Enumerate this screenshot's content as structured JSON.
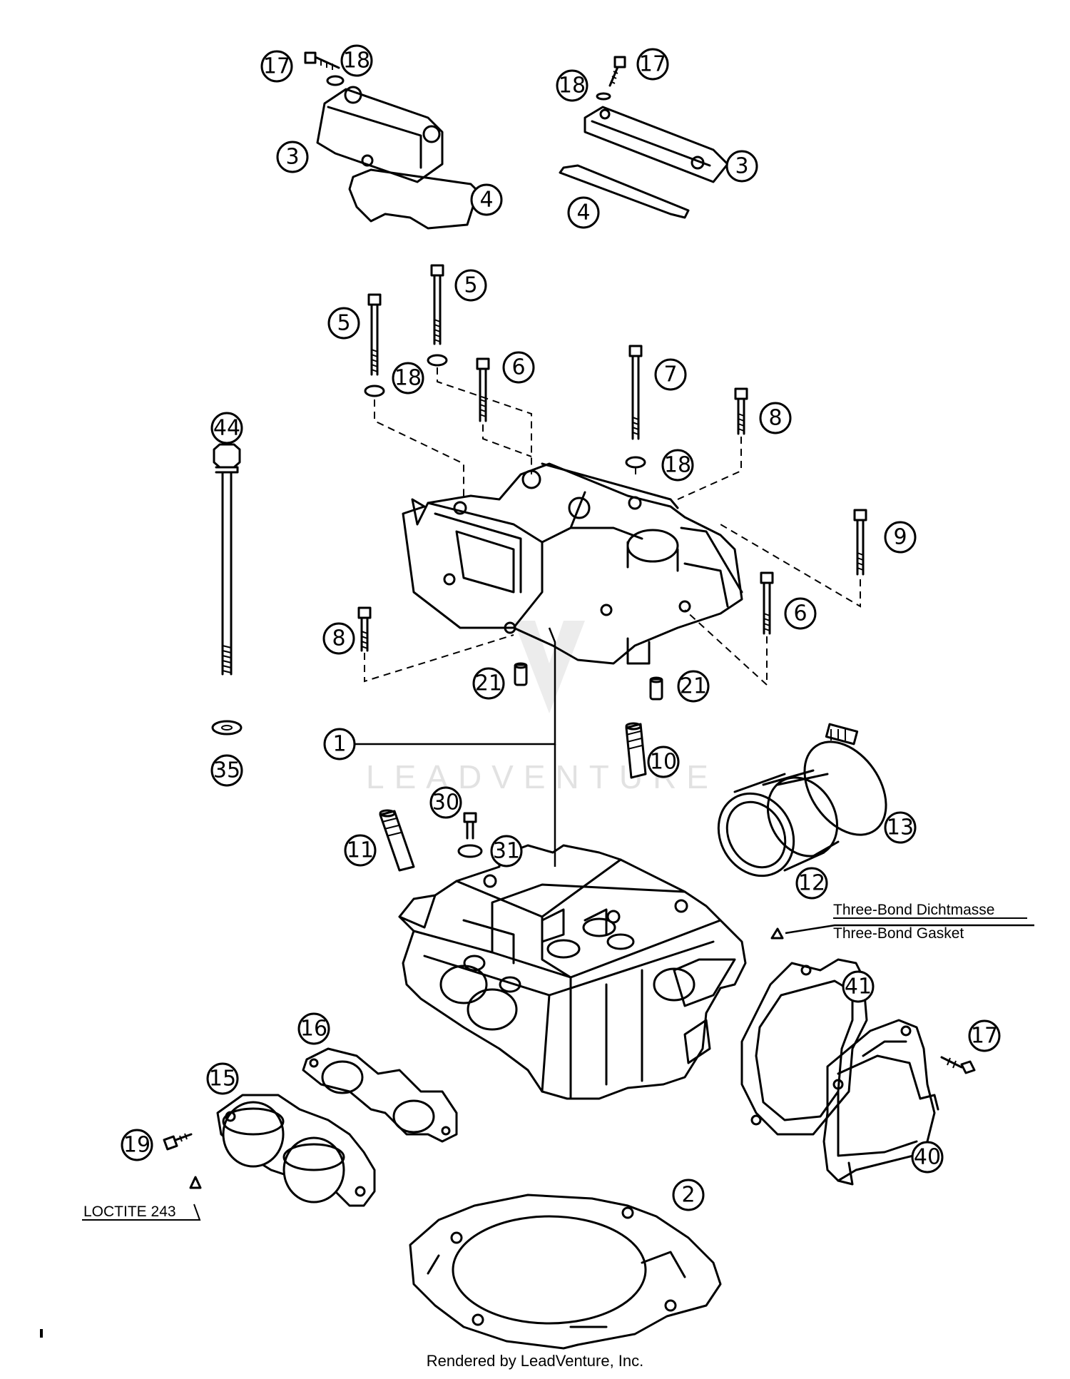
{
  "callouts": [
    {
      "id": "c17a",
      "label": "17"
    },
    {
      "id": "c18a",
      "label": "18"
    },
    {
      "id": "c3a",
      "label": "3"
    },
    {
      "id": "c4a",
      "label": "4"
    },
    {
      "id": "c17b",
      "label": "17"
    },
    {
      "id": "c18b",
      "label": "18"
    },
    {
      "id": "c3b",
      "label": "3"
    },
    {
      "id": "c4b",
      "label": "4"
    },
    {
      "id": "c5a",
      "label": "5"
    },
    {
      "id": "c5b",
      "label": "5"
    },
    {
      "id": "c18c",
      "label": "18"
    },
    {
      "id": "c6a",
      "label": "6"
    },
    {
      "id": "c7",
      "label": "7"
    },
    {
      "id": "c18d",
      "label": "18"
    },
    {
      "id": "c8a",
      "label": "8"
    },
    {
      "id": "c9",
      "label": "9"
    },
    {
      "id": "c44",
      "label": "44"
    },
    {
      "id": "c8b",
      "label": "8"
    },
    {
      "id": "c6b",
      "label": "6"
    },
    {
      "id": "c21a",
      "label": "21"
    },
    {
      "id": "c21b",
      "label": "21"
    },
    {
      "id": "c1",
      "label": "1"
    },
    {
      "id": "c35",
      "label": "35"
    },
    {
      "id": "c10",
      "label": "10"
    },
    {
      "id": "c13",
      "label": "13"
    },
    {
      "id": "c30",
      "label": "30"
    },
    {
      "id": "c31",
      "label": "31"
    },
    {
      "id": "c11",
      "label": "11"
    },
    {
      "id": "c12",
      "label": "12"
    },
    {
      "id": "c41",
      "label": "41"
    },
    {
      "id": "c16",
      "label": "16"
    },
    {
      "id": "c15",
      "label": "15"
    },
    {
      "id": "c17c",
      "label": "17"
    },
    {
      "id": "c19",
      "label": "19"
    },
    {
      "id": "c40",
      "label": "40"
    },
    {
      "id": "c2",
      "label": "2"
    }
  ],
  "notes": {
    "three_bond_de": "Three-Bond Dichtmasse",
    "three_bond_en": "Three-Bond Gasket",
    "loctite": "LOCTITE 243"
  },
  "watermark": "LEADVENTURE",
  "footer": "Rendered by LeadVenture, Inc.",
  "colors": {
    "line": "#000000",
    "background": "#ffffff",
    "watermark": "#e2e2e2"
  }
}
